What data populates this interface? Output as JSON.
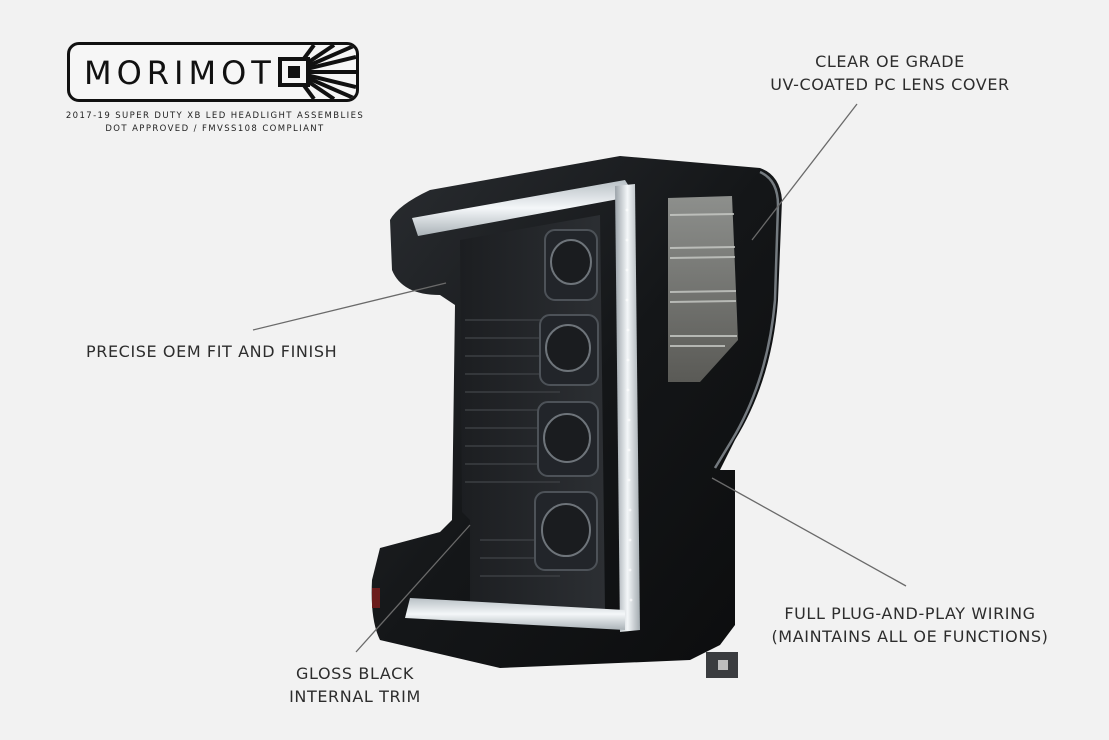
{
  "logo": {
    "brand": "MORIMOT",
    "subtitle_line1": "2017-19 SUPER DUTY XB LED HEADLIGHT ASSEMBLIES",
    "subtitle_line2": "DOT APPROVED / FMVSS108 COMPLIANT"
  },
  "callouts": {
    "lens_line1": "CLEAR OE GRADE",
    "lens_line2": "UV-COATED PC LENS COVER",
    "fit": "PRECISE OEM FIT AND FINISH",
    "wiring_line1": "FULL PLUG-AND-PLAY WIRING",
    "wiring_line2": "(MAINTAINS ALL OE FUNCTIONS)",
    "trim_line1": "GLOSS BLACK",
    "trim_line2": "INTERNAL TRIM"
  },
  "colors": {
    "background": "#f2f2f2",
    "housing": "#141618",
    "led_strip": "#e8eef2",
    "leader_line": "#6a6a6a"
  }
}
